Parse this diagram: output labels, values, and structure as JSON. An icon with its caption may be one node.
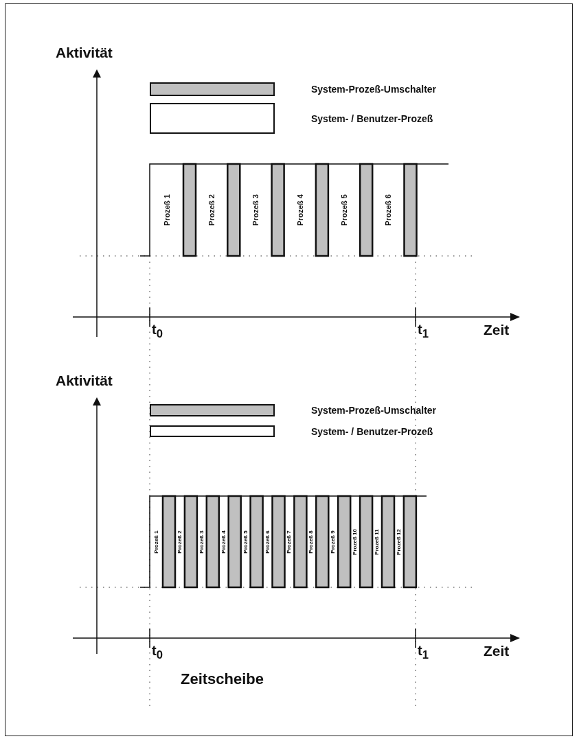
{
  "diagram": {
    "labels": [
      "Aktivität",
      "Prozeß 1",
      "Prozeß 2",
      "Prozeß 3",
      "Prozeß 4",
      "Prozeß 5",
      "Prozeß 6",
      "t$_{0}$",
      "t$_{1}$",
      "Zeit",
      "Aktivität",
      "Prozeß 1",
      "Prozeß 2",
      "Prozeß 3",
      "Prozeß 4",
      "Prozeß 5",
      "Prozeß 6",
      "Prozeß 7",
      "Prozeß 8",
      "Prozeß 9",
      "Prozeß 10",
      "Prozeß 11",
      "Prozeß 12",
      "t$_{0}$",
      "t$_{1}$",
      "Zeit",
      "Zeitscheibe"
    ],
    "legend": [
      {
        "text": "System-Prozeß-Umschalter",
        "color": "#c0c0c0"
      },
      {
        "text": "System- / Benutzer-Prozeß",
        "color": "#ffffff"
      },
      {
        "text": "System-Prozeß-Umschalter",
        "color": "#c0c0c0"
      },
      {
        "text": "System- / Benutzer-Prozeß",
        "color": "#ffffff"
      }
    ]
  }
}
